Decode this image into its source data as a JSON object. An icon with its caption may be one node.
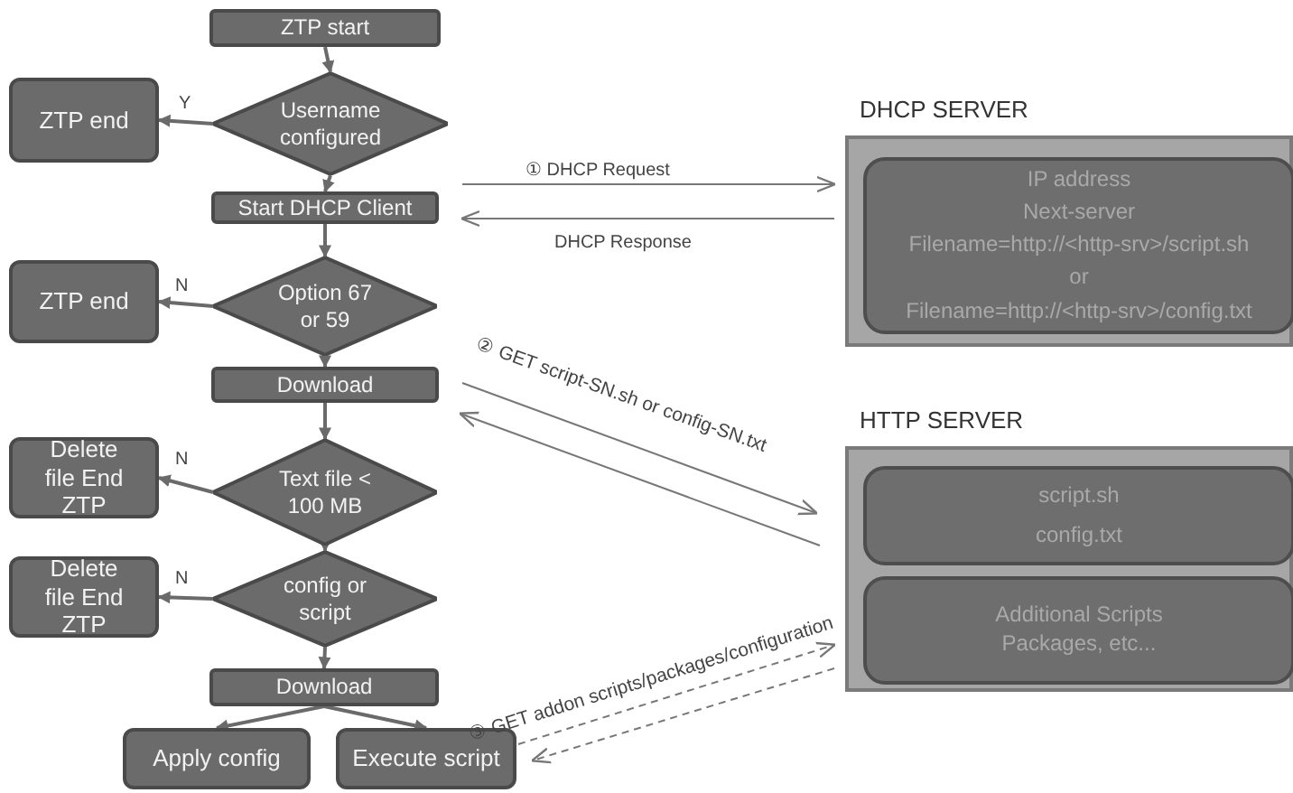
{
  "diagram": {
    "nodes": [
      {
        "text": [
          "ZTP start"
        ]
      },
      {
        "text": [
          "Username configured"
        ]
      },
      {
        "text": [
          "ZTP end"
        ]
      },
      {
        "text": [
          "Start DHCP Client"
        ]
      },
      {
        "text": [
          "Option 67 or 59"
        ]
      },
      {
        "text": [
          "ZTP end"
        ]
      },
      {
        "text": [
          "Download"
        ]
      },
      {
        "text": [
          "Text file < 100 MB"
        ]
      },
      {
        "text": [
          "Delete file End ZTP"
        ]
      },
      {
        "text": [
          "config or script"
        ]
      },
      {
        "text": [
          "Delete file End ZTP"
        ]
      },
      {
        "text": [
          "Download"
        ]
      },
      {
        "text": [
          "Apply config"
        ]
      },
      {
        "text": [
          "Execute script"
        ]
      },
      {
        "text": [
          "DHCP SERVER"
        ]
      },
      {
        "text": [
          "IP address",
          "Next-server",
          "Filename=http://<http-srv>/script.sh",
          "or",
          "Filename=http://<http-srv>/config.txt"
        ],
        "in": 14
      },
      {
        "text": [
          "HTTP SERVER"
        ]
      },
      {
        "text": [
          "script.sh",
          "config.txt"
        ],
        "in": 16
      },
      {
        "text": [
          "Additional Scripts Packages, etc..."
        ],
        "in": 16
      }
    ],
    "edges": [
      {
        "from": 0,
        "to": 1,
        "arrow": "to"
      },
      {
        "from": 1,
        "to": 2,
        "arrow": "to",
        "label": "Y"
      },
      {
        "from": 1,
        "to": 3,
        "arrow": "to"
      },
      {
        "from": 3,
        "to": 4,
        "arrow": "to"
      },
      {
        "from": 4,
        "to": 5,
        "arrow": "to",
        "label": "N"
      },
      {
        "from": 4,
        "to": 6,
        "arrow": "to"
      },
      {
        "from": 6,
        "to": 7,
        "arrow": "to"
      },
      {
        "from": 7,
        "to": 8,
        "arrow": "to",
        "label": "N"
      },
      {
        "from": 7,
        "to": 9,
        "arrow": "to"
      },
      {
        "from": 9,
        "to": 10,
        "arrow": "to",
        "label": "N"
      },
      {
        "from": 9,
        "to": 11,
        "arrow": "to"
      },
      {
        "from": 11,
        "to": 12,
        "arrow": "to"
      },
      {
        "from": 11,
        "to": 13,
        "arrow": "to"
      },
      {
        "from": 3,
        "to": 14,
        "arrow": "to",
        "label": "① DHCP Request"
      },
      {
        "from": 14,
        "to": 3,
        "arrow": "to",
        "label": "DHCP Response"
      },
      {
        "from": 6,
        "to": 16,
        "arrow": "to",
        "label": "② GET script-SN.sh or config-SN.txt"
      },
      {
        "from": 16,
        "to": 6,
        "arrow": "to"
      },
      {
        "from": 13,
        "to": 16,
        "arrow": "to",
        "style": "dashed",
        "label": "③ GET addon scripts/packages/configuration"
      },
      {
        "from": 16,
        "to": 13,
        "arrow": "to",
        "style": "dashed"
      }
    ]
  }
}
